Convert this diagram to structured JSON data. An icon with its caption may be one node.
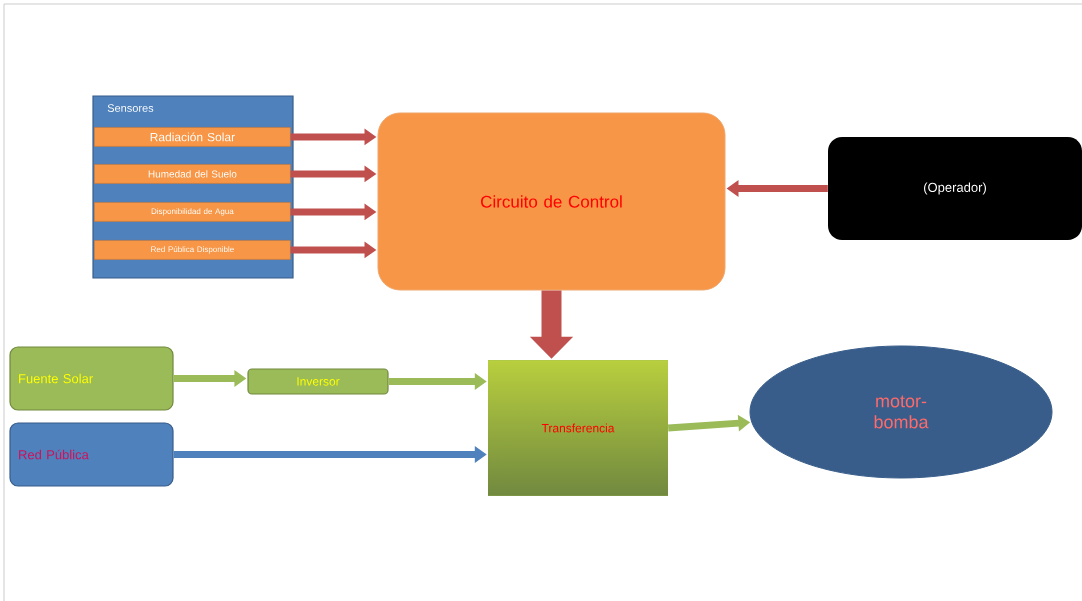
{
  "diagram": {
    "nodes": [
      {
        "text": [
          "Sensores"
        ]
      },
      {
        "text": [
          "Radiación Solar"
        ],
        "in": 0
      },
      {
        "text": [
          "Humedad del Suelo"
        ],
        "in": 0
      },
      {
        "text": [
          "Disponibilidad de Agua"
        ],
        "in": 0
      },
      {
        "text": [
          "Red Pública Disponible"
        ],
        "in": 0
      },
      {
        "text": [
          "Circuito de Control"
        ]
      },
      {
        "text": [
          "(Operador)"
        ]
      },
      {
        "text": [
          "Fuente Solar"
        ]
      },
      {
        "text": [
          "Inversor"
        ]
      },
      {
        "text": [
          "Red Pública"
        ]
      },
      {
        "text": [
          "Transferencia"
        ]
      },
      {
        "text": [
          "motor- bomba"
        ]
      }
    ],
    "edges": [
      {
        "from": 1,
        "to": 5,
        "arrow": "to"
      },
      {
        "from": 2,
        "to": 5,
        "arrow": "to"
      },
      {
        "from": 3,
        "to": 5,
        "arrow": "to"
      },
      {
        "from": 4,
        "to": 5,
        "arrow": "to"
      },
      {
        "from": 6,
        "to": 5,
        "arrow": "to"
      },
      {
        "from": 5,
        "to": 10,
        "arrow": "to",
        "style": "thick"
      },
      {
        "from": 7,
        "to": 8,
        "arrow": "to",
        "color": "#9bbb59"
      },
      {
        "from": 8,
        "to": 10,
        "arrow": "to",
        "color": "#9bbb59"
      },
      {
        "from": 9,
        "to": 10,
        "arrow": "to",
        "color": "#4f81bd"
      },
      {
        "from": 10,
        "to": 11,
        "arrow": "to",
        "color": "#9bbb59"
      }
    ]
  }
}
